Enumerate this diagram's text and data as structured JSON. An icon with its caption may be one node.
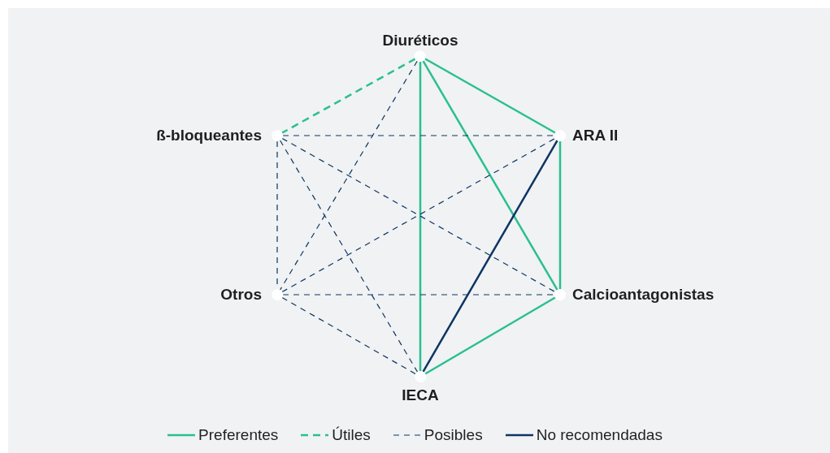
{
  "diagram": {
    "nodes": [
      {
        "text": [
          "Diuréticos"
        ]
      },
      {
        "text": [
          "ARA II"
        ]
      },
      {
        "text": [
          "Calcioantagonistas"
        ]
      },
      {
        "text": [
          "IECA"
        ]
      },
      {
        "text": [
          "Otros"
        ]
      },
      {
        "text": [
          "ß-bloqueantes"
        ]
      }
    ],
    "edges": [
      {
        "from": 0,
        "to": 1,
        "arrow": "none",
        "color": "#2bbf8f"
      },
      {
        "from": 0,
        "to": 2,
        "arrow": "none",
        "color": "#2bbf8f"
      },
      {
        "from": 0,
        "to": 3,
        "arrow": "none",
        "color": "#2bbf8f"
      },
      {
        "from": 1,
        "to": 2,
        "arrow": "none",
        "color": "#2bbf8f"
      },
      {
        "from": 2,
        "to": 3,
        "arrow": "none",
        "color": "#2bbf8f"
      },
      {
        "from": 0,
        "to": 5,
        "arrow": "none",
        "style": "dashed",
        "color": "#2bbf8f"
      },
      {
        "from": 1,
        "to": 3,
        "arrow": "none"
      },
      {
        "from": 0,
        "to": 4,
        "arrow": "none",
        "style": "dashed"
      },
      {
        "from": 5,
        "to": 1,
        "arrow": "none",
        "style": "dashed"
      },
      {
        "from": 5,
        "to": 2,
        "arrow": "none",
        "style": "dashed"
      },
      {
        "from": 5,
        "to": 4,
        "arrow": "none",
        "style": "dashed"
      },
      {
        "from": 5,
        "to": 3,
        "arrow": "none",
        "style": "dashed"
      },
      {
        "from": 4,
        "to": 1,
        "arrow": "none",
        "style": "dashed"
      },
      {
        "from": 4,
        "to": 2,
        "arrow": "none",
        "style": "dashed"
      },
      {
        "from": 4,
        "to": 3,
        "arrow": "none",
        "style": "dashed"
      }
    ],
    "legend": [
      {
        "text": "Preferentes"
      },
      {
        "text": "Útiles"
      },
      {
        "text": "Posibles"
      },
      {
        "text": "No recomendadas"
      }
    ]
  }
}
